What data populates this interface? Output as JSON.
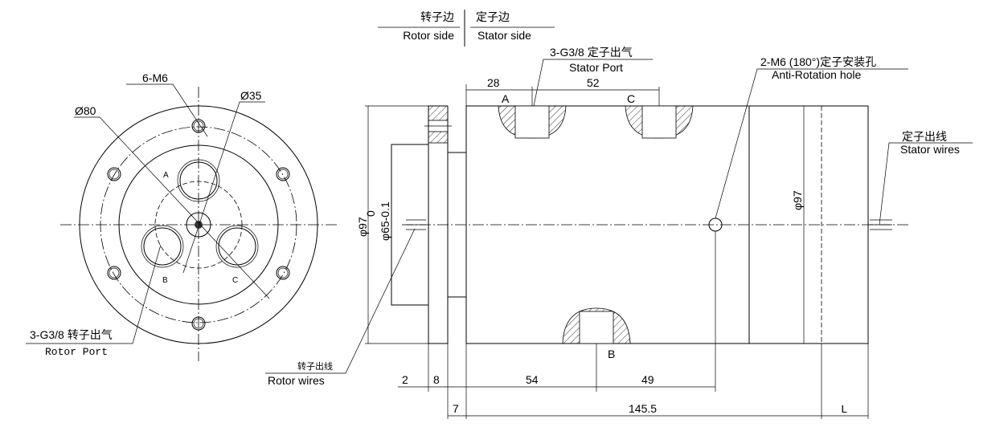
{
  "header": {
    "rotor_side_cn": "转子边",
    "rotor_side": "Rotor side",
    "stator_side_cn": "定子边",
    "stator_side": "Stator side"
  },
  "front_view": {
    "bolt_label": "6-M6",
    "outer_dia": "Ø80",
    "inner_dia": "Ø35",
    "port_a": "A",
    "port_b": "B",
    "port_c": "C",
    "rotor_port_cn": "3-G3/8 转子出气",
    "rotor_port": "Rotor Port"
  },
  "side_view": {
    "stator_port_cn": "3-G3/8 定子出气",
    "stator_port": "Stator Port",
    "anti_rotation_cn": "2-M6 (180°)定子安装孔",
    "anti_rotation": "Anti-Rotation hole",
    "stator_wires_cn": "定子出线",
    "stator_wires": "Stator wires",
    "rotor_wires_cn": "转子出线",
    "rotor_wires": "Rotor wires",
    "port_a": "A",
    "port_b": "B",
    "port_c": "C",
    "dims": {
      "d28": "28",
      "d52": "52",
      "d2": "2",
      "d8": "8",
      "d54": "54",
      "d49": "49",
      "d7": "7",
      "d145": "145.5",
      "dL": "L",
      "dia97_left": "φ97",
      "dia65": "φ65-0.1",
      "dia65_tol": "0",
      "dia97_right": "φ97"
    }
  }
}
